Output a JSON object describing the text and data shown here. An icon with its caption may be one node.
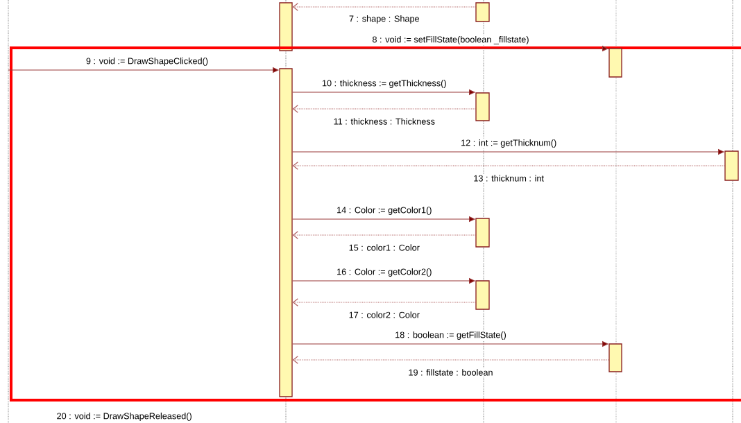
{
  "diagram": {
    "nodes": [
      {
        "text": [],
        "shape": "bar"
      },
      {
        "text": [],
        "shape": "bar"
      },
      {
        "text": [],
        "shape": "box"
      },
      {
        "text": [],
        "shape": "bar",
        "in": 2
      },
      {
        "text": [],
        "shape": "bar",
        "in": 2
      },
      {
        "text": [],
        "shape": "bar",
        "in": 2
      },
      {
        "text": [],
        "shape": "bar",
        "in": 2
      },
      {
        "text": [],
        "shape": "bar",
        "in": 2
      },
      {
        "text": [],
        "shape": "bar",
        "in": 2
      },
      {
        "text": [],
        "shape": "bar",
        "in": 2
      }
    ],
    "edges": [
      {
        "from": 1,
        "to": 0,
        "arrow": "to",
        "style": "dashed",
        "label": "7 : shape : Shape"
      },
      {
        "from": 0,
        "to": 3,
        "arrow": "to",
        "label": "8 : void := setFillState(boolean _fillstate)"
      },
      {
        "from": null,
        "to": 4,
        "arrow": "to",
        "label": "9 : void := DrawShapeClicked()"
      },
      {
        "from": 4,
        "to": 5,
        "arrow": "to",
        "label": "10 : thickness := getThickness()"
      },
      {
        "from": 5,
        "to": 4,
        "arrow": "to",
        "style": "dashed",
        "label": "11 : thickness : Thickness"
      },
      {
        "from": 4,
        "to": 6,
        "arrow": "to",
        "label": "12 : int := getThicknum()"
      },
      {
        "from": 6,
        "to": 4,
        "arrow": "to",
        "style": "dashed",
        "label": "13 : thicknum : int"
      },
      {
        "from": 4,
        "to": 7,
        "arrow": "to",
        "label": "14 : Color := getColor1()"
      },
      {
        "from": 7,
        "to": 4,
        "arrow": "to",
        "style": "dashed",
        "label": "15 : color1 : Color"
      },
      {
        "from": 4,
        "to": 8,
        "arrow": "to",
        "label": "16 : Color := getColor2()"
      },
      {
        "from": 8,
        "to": 4,
        "arrow": "to",
        "style": "dashed",
        "label": "17 : color2 : Color"
      },
      {
        "from": 4,
        "to": 9,
        "arrow": "to",
        "label": "18 : boolean := getFillState()"
      },
      {
        "from": 9,
        "to": 4,
        "arrow": "to",
        "style": "dashed",
        "label": "19 : fillstate : boolean"
      }
    ],
    "labels": [
      "20 : void := DrawShapeReleased()"
    ]
  }
}
